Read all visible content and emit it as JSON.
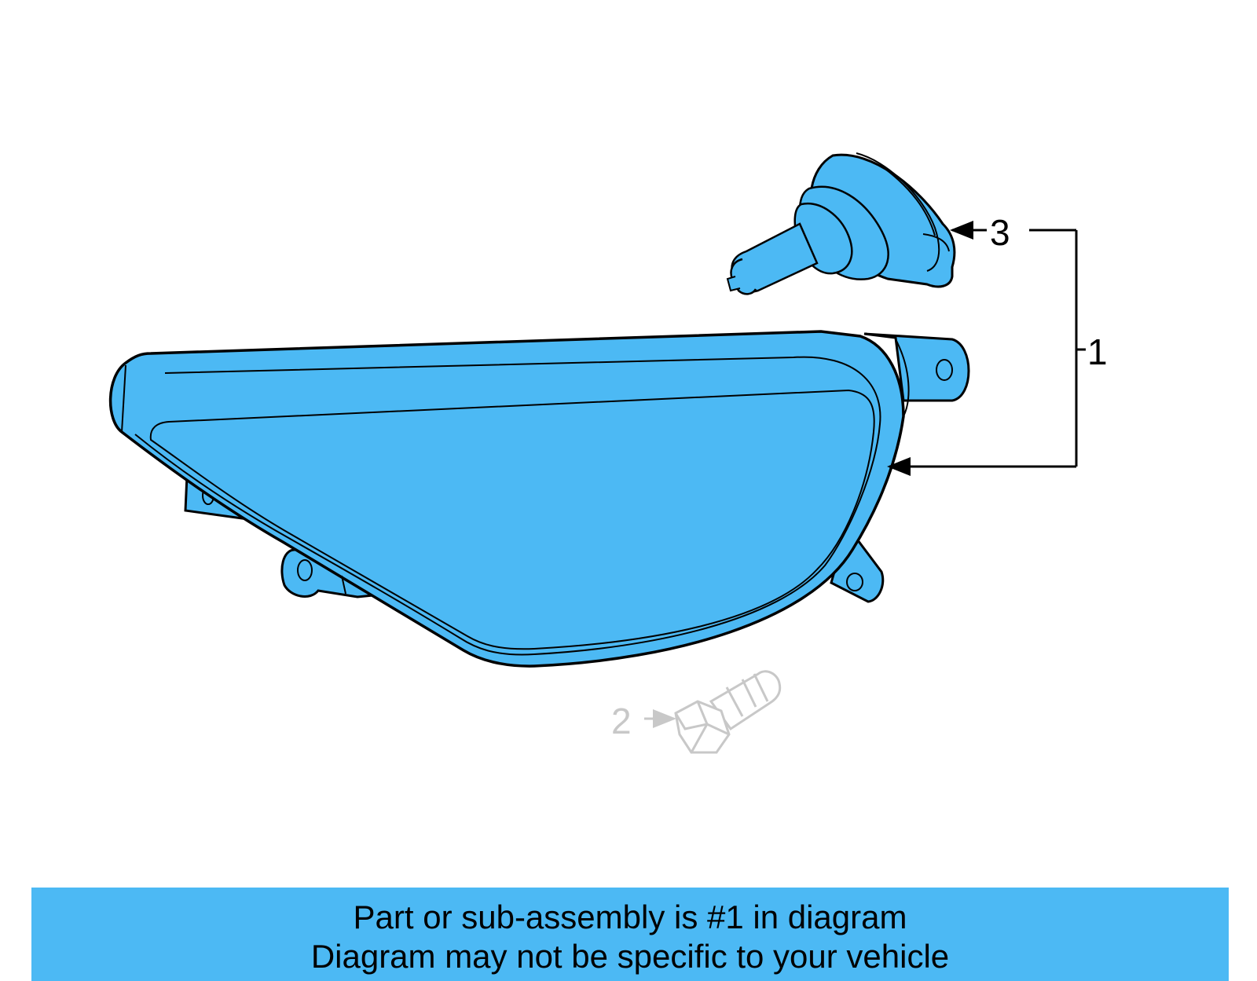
{
  "colors": {
    "highlight": "#4cb9f4",
    "outline": "#000000",
    "ghost": "#c8c8c8",
    "banner": "#4cb9f4"
  },
  "callouts": {
    "fog_lamp_assembly": "1",
    "bolt": "2",
    "bulb": "3"
  },
  "banner": {
    "line1": "Part or sub-assembly is #1 in diagram",
    "line2": "Diagram may not be specific to your vehicle"
  }
}
